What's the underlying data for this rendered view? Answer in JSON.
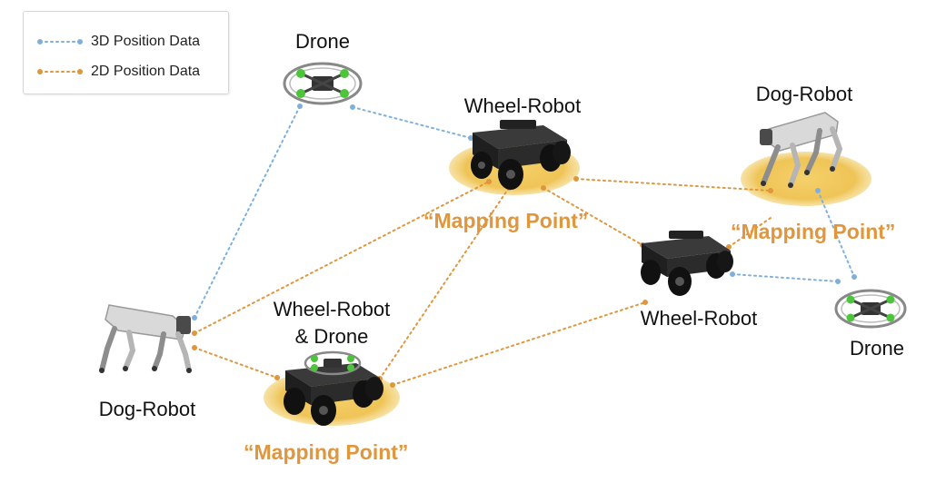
{
  "legend": {
    "items": [
      {
        "label": "3D Position Data",
        "color": "#7FB0DC"
      },
      {
        "label": "2D Position Data",
        "color": "#E0963D"
      }
    ]
  },
  "nodes": {
    "drone_top": "Drone",
    "wheel_top": "Wheel-Robot",
    "dog_top_right": "Dog-Robot",
    "wheel_mid_right": "Wheel-Robot",
    "drone_right": "Drone",
    "dog_left": "Dog-Robot",
    "wheel_drone_line1": "Wheel-Robot",
    "wheel_drone_line2": "& Drone"
  },
  "mapping_points": {
    "top": "“Mapping Point”",
    "right": "“Mapping Point”",
    "bottom": "“Mapping Point”"
  },
  "colors": {
    "data_3d": "#7FB0DC",
    "data_2d": "#E0963D",
    "mapping_disc": "#F0C65C",
    "robot_body": "#2B2B2B",
    "dog_body": "#D9D9D9",
    "drone_accent": "#4CC43C"
  }
}
